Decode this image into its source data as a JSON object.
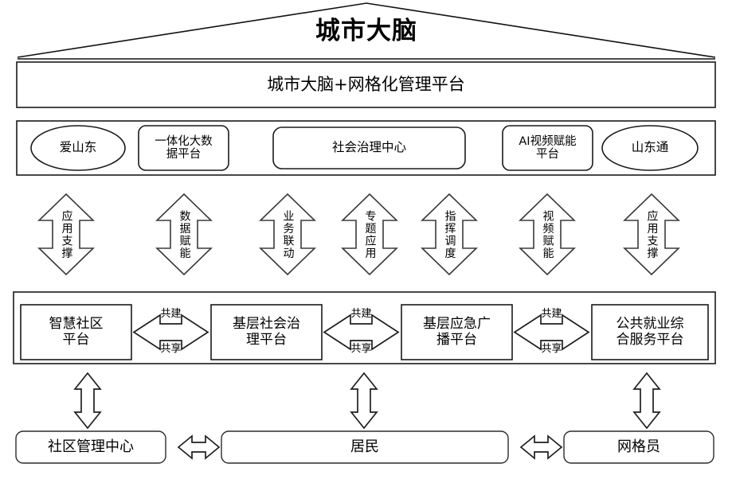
{
  "diagram": {
    "title": "城市大脑",
    "platform_band": "城市大脑+网格化管理平台",
    "capability_nodes": [
      {
        "label": "爱山东",
        "shape": "ellipse"
      },
      {
        "label": "一体化大数\n据平台",
        "shape": "rounded-rect"
      },
      {
        "label": "社会治理中心",
        "shape": "rounded-rect"
      },
      {
        "label": "AI视频赋能\n平台",
        "shape": "rounded-rect"
      },
      {
        "label": "山东通",
        "shape": "ellipse"
      }
    ],
    "vertical_arrows": [
      {
        "label": "应用支撑"
      },
      {
        "label": "数据赋能"
      },
      {
        "label": "业务联动"
      },
      {
        "label": "专题应用"
      },
      {
        "label": "指挥调度"
      },
      {
        "label": "视频赋能"
      },
      {
        "label": "应用支撑"
      }
    ],
    "platforms": [
      {
        "label": "智慧社区\n平台"
      },
      {
        "label": "基层社会治\n理平台"
      },
      {
        "label": "基层应急广\n播平台"
      },
      {
        "label": "公共就业综\n合服务平台"
      }
    ],
    "connector_labels": [
      {
        "top": "共建",
        "bottom": "共享"
      },
      {
        "top": "共建",
        "bottom": "共享"
      },
      {
        "top": "共建",
        "bottom": "共享"
      }
    ],
    "actors": [
      {
        "label": "社区管理中心"
      },
      {
        "label": "居民"
      },
      {
        "label": "网格员"
      }
    ],
    "colors": {
      "stroke": "#1a1a1a",
      "arrow_stroke": "#3a3a3a",
      "background": "#ffffff",
      "text": "#000000"
    }
  }
}
